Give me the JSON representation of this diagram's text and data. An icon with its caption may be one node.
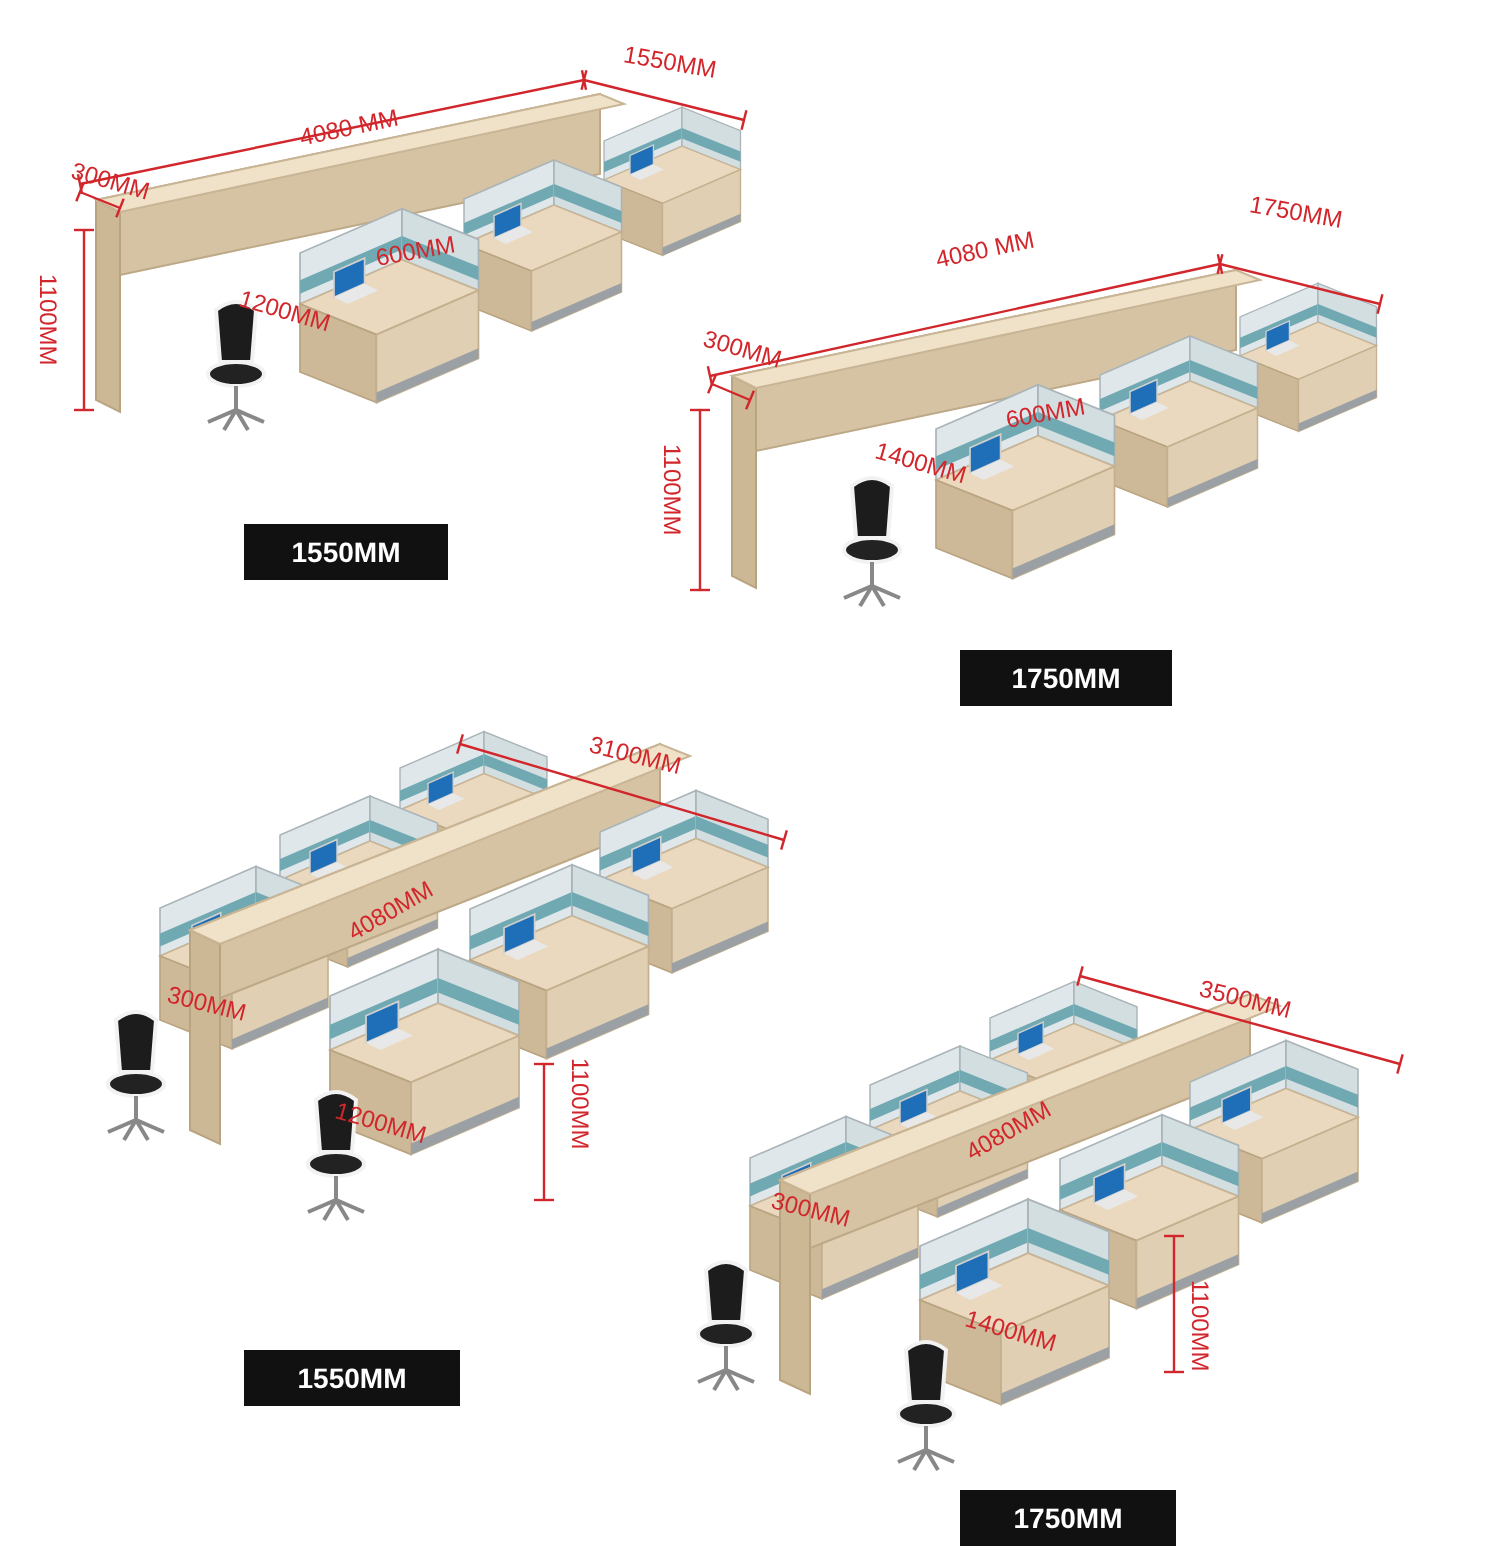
{
  "diagram": {
    "nodes": [
      {
        "text": [
          "1550MM"
        ]
      },
      {
        "text": [
          "1750MM"
        ]
      },
      {
        "text": [
          "1550MM"
        ]
      },
      {
        "text": [
          "1750MM"
        ]
      }
    ],
    "labels": [
      "4080 MM",
      "1550MM",
      "300MM",
      "1100MM",
      "600MM",
      "1200MM",
      "4080 MM",
      "1750MM",
      "300MM",
      "1100MM",
      "600MM",
      "1400MM",
      "3100MM",
      "4080MM",
      "300MM",
      "1100MM",
      "1200MM",
      "3500MM",
      "4080MM",
      "300MM",
      "1100MM",
      "1400MM"
    ]
  }
}
